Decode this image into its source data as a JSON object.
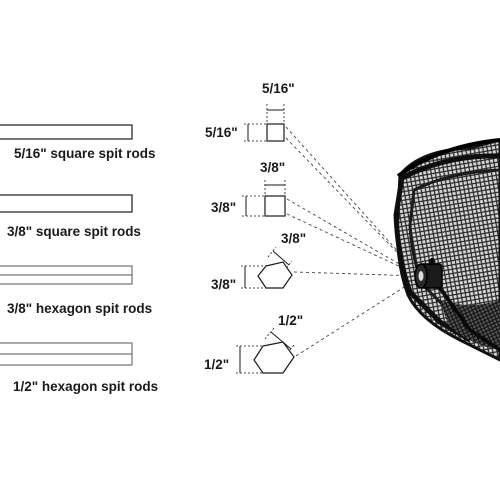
{
  "rods": [
    {
      "label": "5/16\" square spit rods",
      "shape": "square"
    },
    {
      "label": "3/8\" square spit rods",
      "shape": "square"
    },
    {
      "label": "3/8\" hexagon spit rods",
      "shape": "hexagon"
    },
    {
      "label": "1/2\" hexagon spit rods",
      "shape": "hexagon"
    }
  ],
  "profiles": [
    {
      "shape": "square",
      "top_label": "5/16\"",
      "side_label": "5/16\""
    },
    {
      "shape": "square",
      "top_label": "3/8\"",
      "side_label": "3/8\""
    },
    {
      "shape": "hexagon",
      "top_label": "3/8\"",
      "side_label": "3/8\""
    },
    {
      "shape": "hexagon",
      "top_label": "1/2\"",
      "side_label": "1/2\""
    }
  ],
  "colors": {
    "line": "#1a1a1a",
    "rod_edge": "#555555",
    "basket": "#111111",
    "mesh": "#3a3a3a",
    "dash": "#444444"
  },
  "icons": {
    "basket": "rotisserie-basket-icon"
  }
}
